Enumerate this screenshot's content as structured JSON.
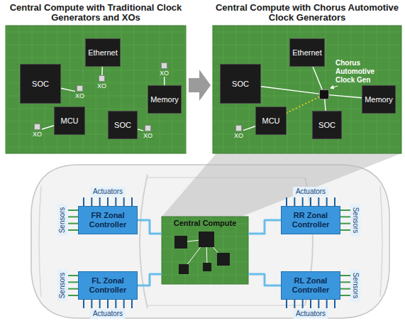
{
  "diagram": {
    "nodes": [
      {
        "text": [
          "Central Compute with Traditional Clock Generators and XOs"
        ]
      },
      {
        "text": [
          "Ethernet"
        ],
        "in": 0
      },
      {
        "text": [
          "XO"
        ],
        "in": 0
      },
      {
        "text": [
          "XO"
        ],
        "in": 0
      },
      {
        "text": [
          "SOC"
        ],
        "in": 0
      },
      {
        "text": [
          "XO"
        ],
        "in": 0
      },
      {
        "text": [
          "Memory"
        ],
        "in": 0
      },
      {
        "text": [
          "MCU"
        ],
        "in": 0
      },
      {
        "text": [
          "XO"
        ],
        "in": 0
      },
      {
        "text": [
          "SOC"
        ],
        "in": 0
      },
      {
        "text": [
          "XO"
        ],
        "in": 0
      },
      {
        "text": [
          "Central Compute with Chorus Automotive Clock Generators"
        ]
      },
      {
        "text": [
          "Ethernet"
        ],
        "in": 11
      },
      {
        "text": [
          "SOC"
        ],
        "in": 11
      },
      {
        "text": [
          "Chorus Automotive Clock Gen"
        ],
        "in": 11
      },
      {
        "text": [
          "Memory"
        ],
        "in": 11
      },
      {
        "text": [
          "MCU"
        ],
        "in": 11
      },
      {
        "text": [
          "XO"
        ],
        "in": 11
      },
      {
        "text": [
          "SOC"
        ],
        "in": 11
      },
      {
        "text": [
          "FR Zonal Controller"
        ]
      },
      {
        "text": [
          "Central Compute"
        ]
      },
      {
        "text": [
          "RR Zonal Controller"
        ]
      },
      {
        "text": [
          "FL Zonal Controller"
        ]
      },
      {
        "text": [
          "RL Zonal Controller"
        ]
      }
    ],
    "edges": [
      {
        "from": 1,
        "to": 2,
        "arrow": "none"
      },
      {
        "from": 6,
        "to": 3,
        "arrow": "none"
      },
      {
        "from": 4,
        "to": 5,
        "arrow": "none"
      },
      {
        "from": 7,
        "to": 8,
        "arrow": "none"
      },
      {
        "from": 9,
        "to": 10,
        "arrow": "none"
      },
      {
        "from": 14,
        "to": 12,
        "arrow": "none"
      },
      {
        "from": 14,
        "to": 13,
        "arrow": "none"
      },
      {
        "from": 14,
        "to": 15,
        "arrow": "none"
      },
      {
        "from": 14,
        "to": 16,
        "arrow": "none"
      },
      {
        "from": 14,
        "to": 18,
        "arrow": "none"
      },
      {
        "from": 16,
        "to": 17,
        "arrow": "none"
      },
      {
        "from": 19,
        "to": 20,
        "arrow": "none"
      },
      {
        "from": 21,
        "to": 20,
        "arrow": "none"
      },
      {
        "from": 22,
        "to": 20,
        "arrow": "none"
      },
      {
        "from": 23,
        "to": 20,
        "arrow": "none"
      }
    ],
    "labels": [
      "Actuators",
      "Actuators",
      "Sensors",
      "Sensors",
      "Sensors",
      "Sensors",
      "Actuators",
      "Actuators"
    ]
  }
}
